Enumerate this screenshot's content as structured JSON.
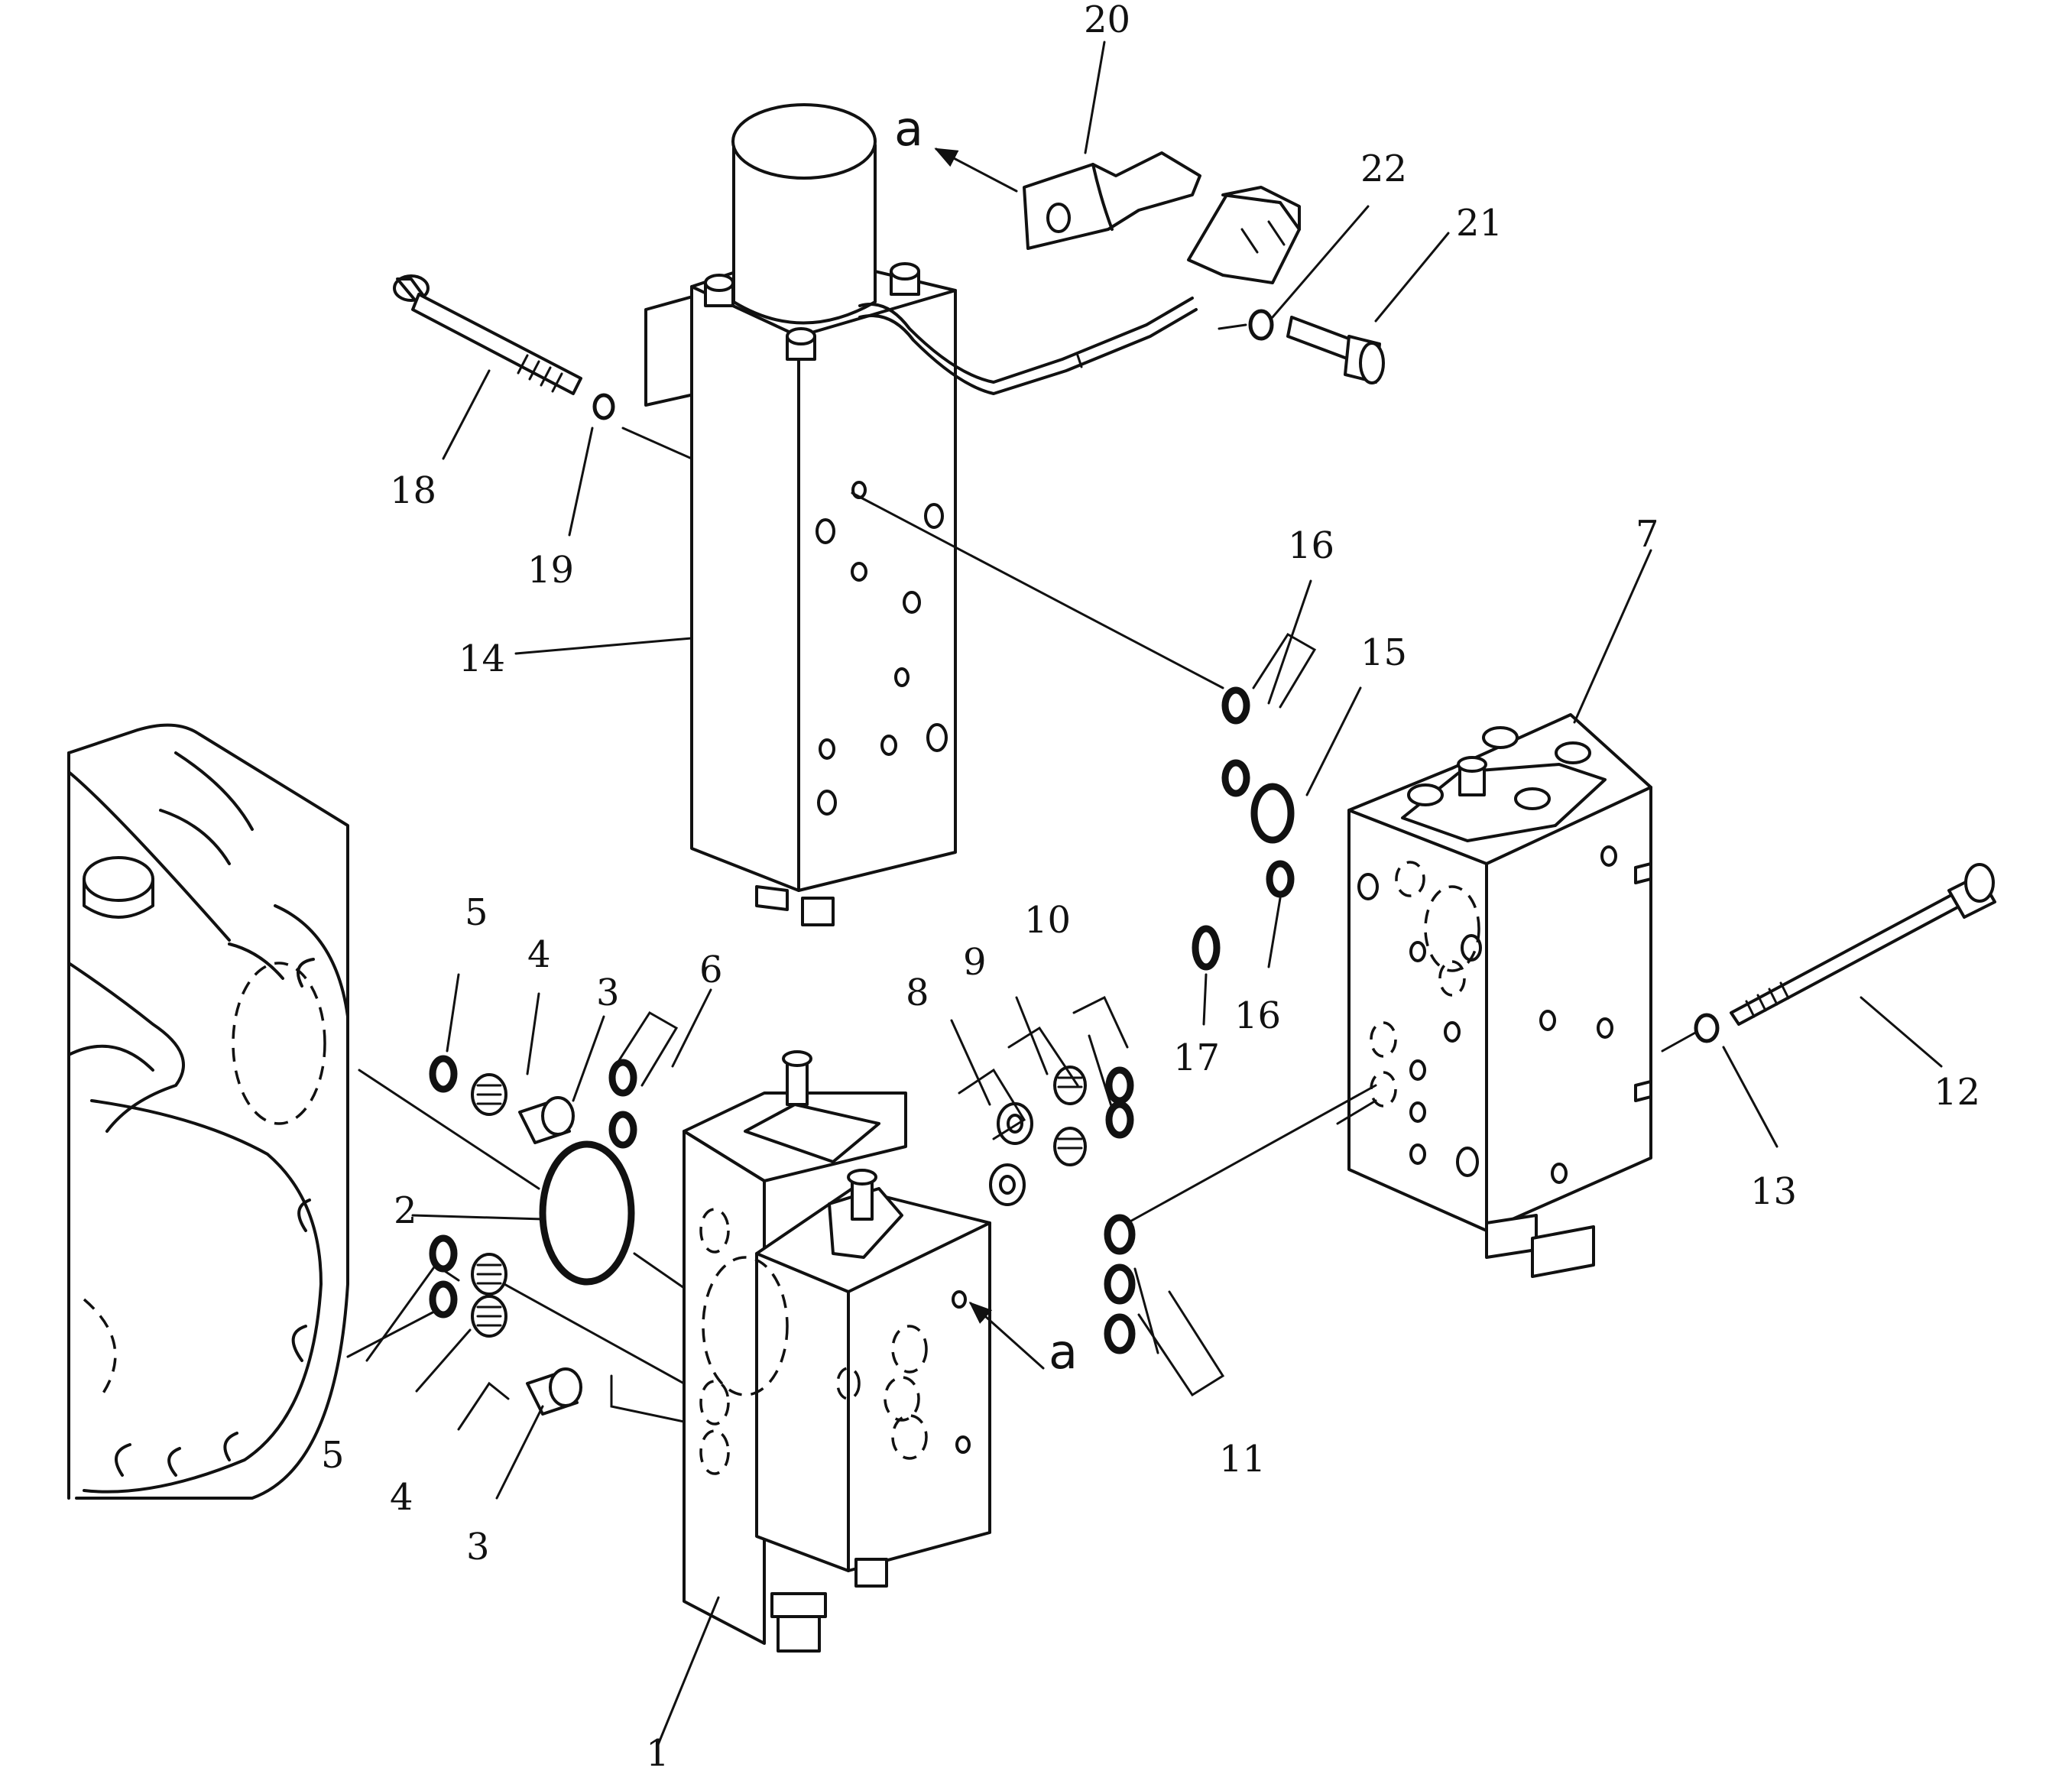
{
  "labels": {
    "p1": "1",
    "p2": "2",
    "p3a": "3",
    "p3b": "3",
    "p4a": "4",
    "p4b": "4",
    "p5a": "5",
    "p5b": "5",
    "p6": "6",
    "p7": "7",
    "p8": "8",
    "p9": "9",
    "p10": "10",
    "p11": "11",
    "p12": "12",
    "p13": "13",
    "p14": "14",
    "p15": "15",
    "p16a": "16",
    "p16b": "16",
    "p17": "17",
    "p18": "18",
    "p19": "19",
    "p20": "20",
    "p21": "21",
    "p22": "22",
    "ref_a_top": "a",
    "ref_a_bottom": "a"
  }
}
